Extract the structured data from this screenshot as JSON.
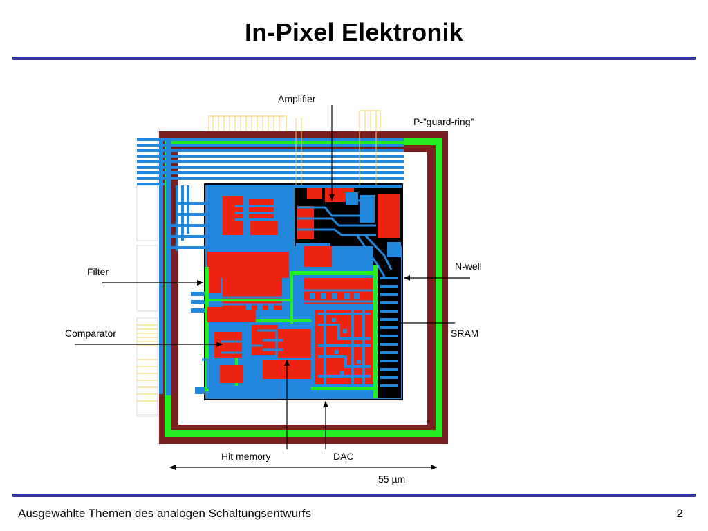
{
  "slide": {
    "title": "In-Pixel Elektronik",
    "footer_text": "Ausgewählte Themen des analogen Schaltungsentwurfs",
    "page_number": "2",
    "rule_color": "#333399"
  },
  "diagram": {
    "labels": {
      "amplifier": "Amplifier",
      "guard_ring": "P-”guard-ring”",
      "n_well": "N-well",
      "filter": "Filter",
      "sram": "SRAM",
      "comparator": "Comparator",
      "hit_memory": "Hit memory",
      "dac": "DAC",
      "dimension": "55 µm"
    },
    "colors": {
      "guard_ring": "#7a1f1f",
      "green": "#22ee22",
      "metal_blue": "#2288dd",
      "poly_red": "#ee2211",
      "nwell_black": "#000000",
      "bus_lines": "#f0d060"
    }
  }
}
